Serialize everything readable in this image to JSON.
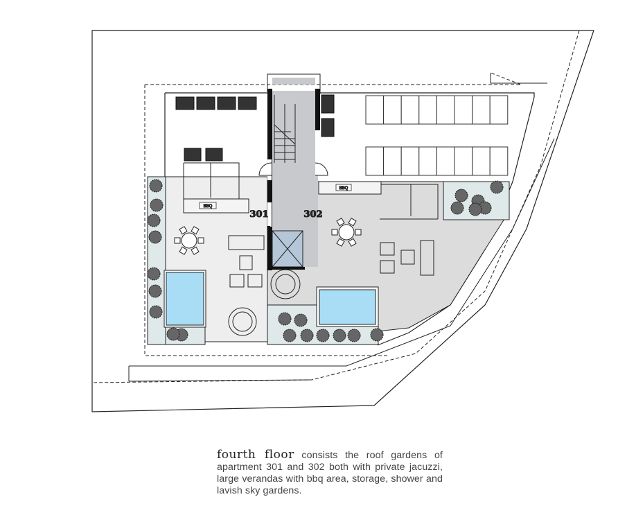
{
  "plan": {
    "unit_labels": [
      "301",
      "302"
    ],
    "bbq_label": "BBQ"
  },
  "caption": {
    "title": "fourth  floor",
    "body": " consists the roof gardens of apartment 301 and 302 both with private jacuzzi, large verandas with bbq area, storage, shower and lavish sky gardens."
  },
  "colors": {
    "stair_core": "#c8c9cd",
    "lift": "#b4c6d8",
    "terrace_301": "#eeeeee",
    "terrace_302": "#dcdcdc",
    "pool": "#a9dcf5",
    "garden": "#dfe9ea"
  }
}
